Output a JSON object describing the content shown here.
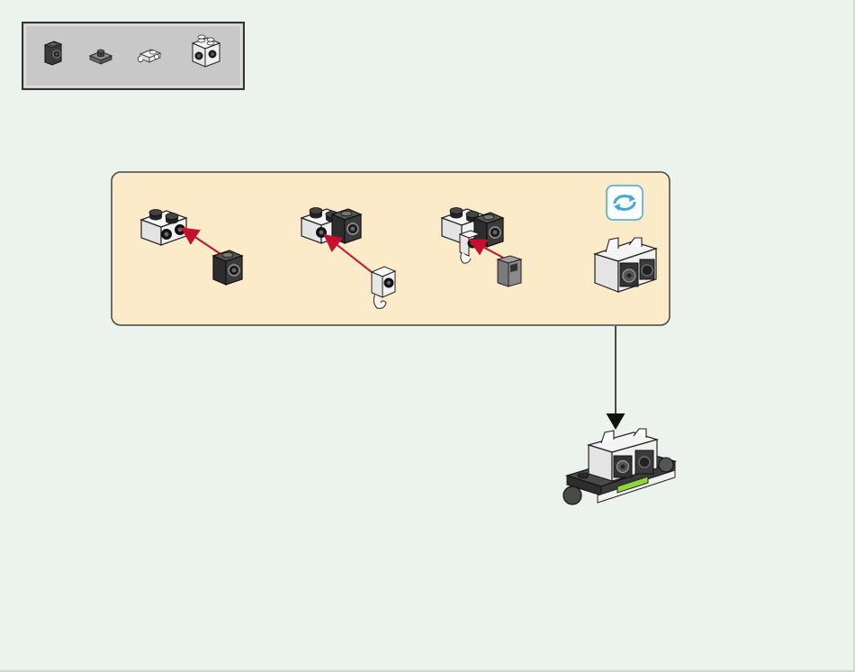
{
  "colors": {
    "page_background": "#ecf3ec",
    "parts_box_fill": "#c8c8c8",
    "parts_box_border": "#333333",
    "panel_fill": "#fcebc9",
    "panel_border": "#444444",
    "arrow_red": "#c8102e",
    "rotate_icon_fill": "#3ea8dc",
    "dark_brick": "#3b3b3b",
    "light_brick": "#f2f2f2",
    "medium_brick": "#8a8a8a",
    "lime_tile": "#8fd63a"
  },
  "parts_list": [
    {
      "name": "dark-headlight-brick-icon",
      "count_label": ""
    },
    {
      "name": "dark-tile-plate-icon",
      "count_label": ""
    },
    {
      "name": "white-clip-plate-icon",
      "count_label": ""
    },
    {
      "name": "white-2x2-studs-brick-icon",
      "count_label": ""
    }
  ],
  "sub_steps": [
    {
      "name": "sub-step-1-attach-dark-headlight"
    },
    {
      "name": "sub-step-2-attach-white-clip"
    },
    {
      "name": "sub-step-3-attach-grey-tile"
    },
    {
      "name": "sub-step-4-rotated-result"
    }
  ],
  "rotate_icon": "rotate-arrows-icon"
}
